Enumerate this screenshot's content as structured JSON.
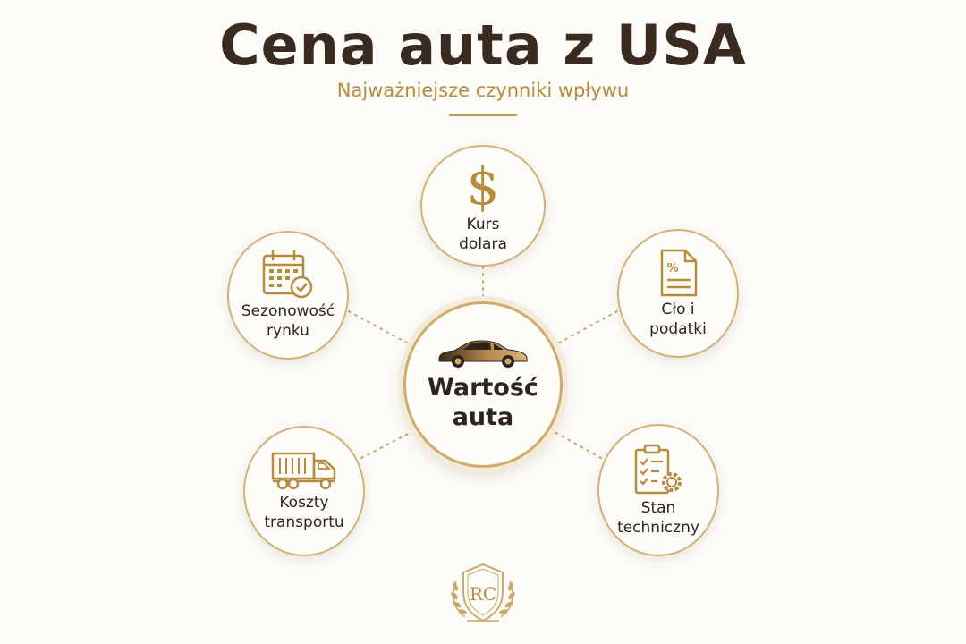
{
  "header": {
    "title": "Cena auta z USA",
    "subtitle": "Najważniejsze czynniki wpływu"
  },
  "center": {
    "label": "Wartość\nauta",
    "icon": "car-icon"
  },
  "factors": [
    {
      "id": "kurs",
      "label": "Kurs\ndolara",
      "icon": "dollar-icon"
    },
    {
      "id": "clo",
      "label": "Cło i\npodatki",
      "icon": "percent-document-icon"
    },
    {
      "id": "stan",
      "label": "Stan\ntechniczny",
      "icon": "checklist-gear-icon"
    },
    {
      "id": "transport",
      "label": "Koszty\ntransportu",
      "icon": "truck-icon"
    },
    {
      "id": "sezon",
      "label": "Sezonowość\nrynku",
      "icon": "calendar-check-icon"
    }
  ],
  "logo": {
    "monogram": "RC",
    "icon": "shield-laurel-logo-icon"
  },
  "colors": {
    "title": "#3b2a1f",
    "gold": "#b58b3e",
    "border": "#d2b27a",
    "background": "#fcfbf8"
  }
}
